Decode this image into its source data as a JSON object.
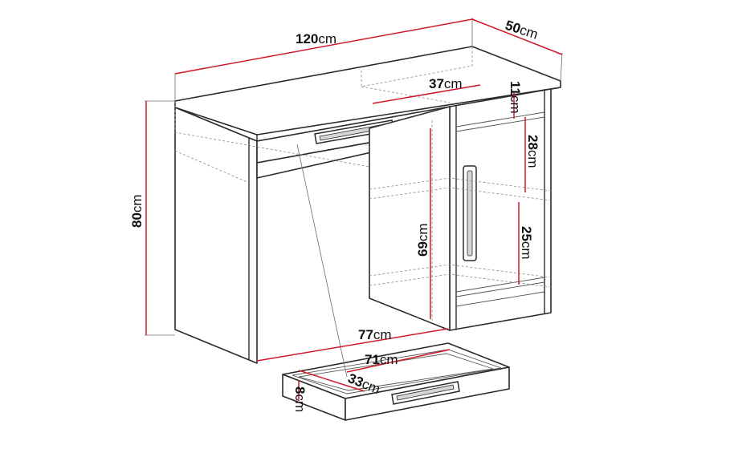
{
  "colors": {
    "dimension_line": "#d0182a",
    "outline": "#2b2b2b",
    "label": "#111111"
  },
  "dimensions": {
    "width": {
      "value": "120",
      "unit": "cm"
    },
    "depth": {
      "value": "50",
      "unit": "cm"
    },
    "height": {
      "value": "80",
      "unit": "cm"
    },
    "inner_depth": {
      "value": "37",
      "unit": "cm"
    },
    "top_gap": {
      "value": "11",
      "unit": "cm"
    },
    "shelf_upper": {
      "value": "28",
      "unit": "cm"
    },
    "shelf_lower": {
      "value": "25",
      "unit": "cm"
    },
    "leg_height": {
      "value": "69",
      "unit": "cm"
    },
    "knee_width": {
      "value": "77",
      "unit": "cm"
    },
    "drawer_width": {
      "value": "71",
      "unit": "cm"
    },
    "drawer_depth": {
      "value": "33",
      "unit": "cm"
    },
    "drawer_height": {
      "value": "8",
      "unit": "cm"
    }
  }
}
